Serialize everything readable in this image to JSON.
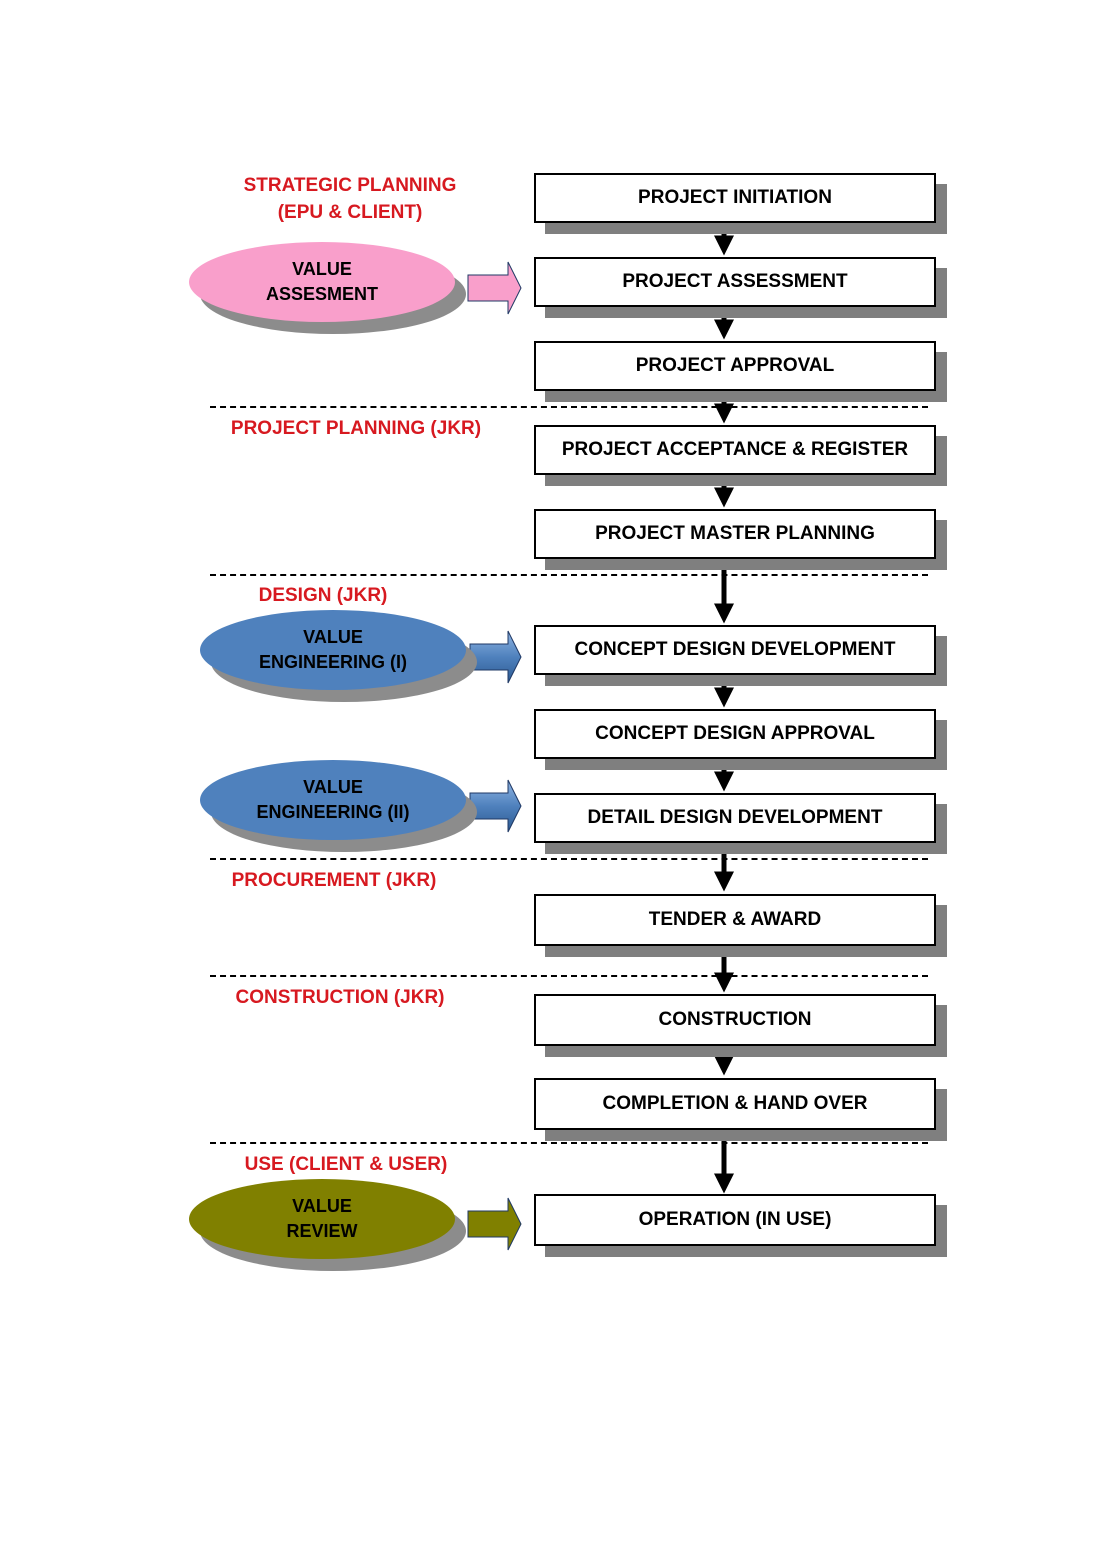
{
  "phases": {
    "strategic": "STRATEGIC PLANNING\n(EPU & CLIENT)",
    "planning": "PROJECT PLANNING (JKR)",
    "design": "DESIGN (JKR)",
    "procurement": "PROCUREMENT (JKR)",
    "construction": "CONSTRUCTION (JKR)",
    "use": "USE (CLIENT & USER)"
  },
  "steps": {
    "initiation": "PROJECT INITIATION",
    "assessment": "PROJECT ASSESSMENT",
    "approval": "PROJECT APPROVAL",
    "acceptance": "PROJECT ACCEPTANCE & REGISTER",
    "master_planning": "PROJECT MASTER PLANNING",
    "concept_development": "CONCEPT DESIGN DEVELOPMENT",
    "concept_approval": "CONCEPT DESIGN APPROVAL",
    "detail_design": "DETAIL DESIGN DEVELOPMENT",
    "tender": "TENDER & AWARD",
    "construction": "CONSTRUCTION",
    "completion": "COMPLETION & HAND OVER",
    "operation": "OPERATION (IN USE)"
  },
  "value_activities": {
    "assessment": {
      "label": "VALUE\nASSESMENT",
      "color": "#f99fcb"
    },
    "engineering_1": {
      "label": "VALUE\nENGINEERING (I)",
      "color": "#4f81bd"
    },
    "engineering_2": {
      "label": "VALUE\nENGINEERING (II)",
      "color": "#4f81bd"
    },
    "review": {
      "label": "VALUE\nREVIEW",
      "color": "#808000"
    }
  },
  "colors": {
    "phase_label": "#d71920",
    "box_shadow": "#7f7f7f",
    "flow_arrow": "#000000"
  }
}
